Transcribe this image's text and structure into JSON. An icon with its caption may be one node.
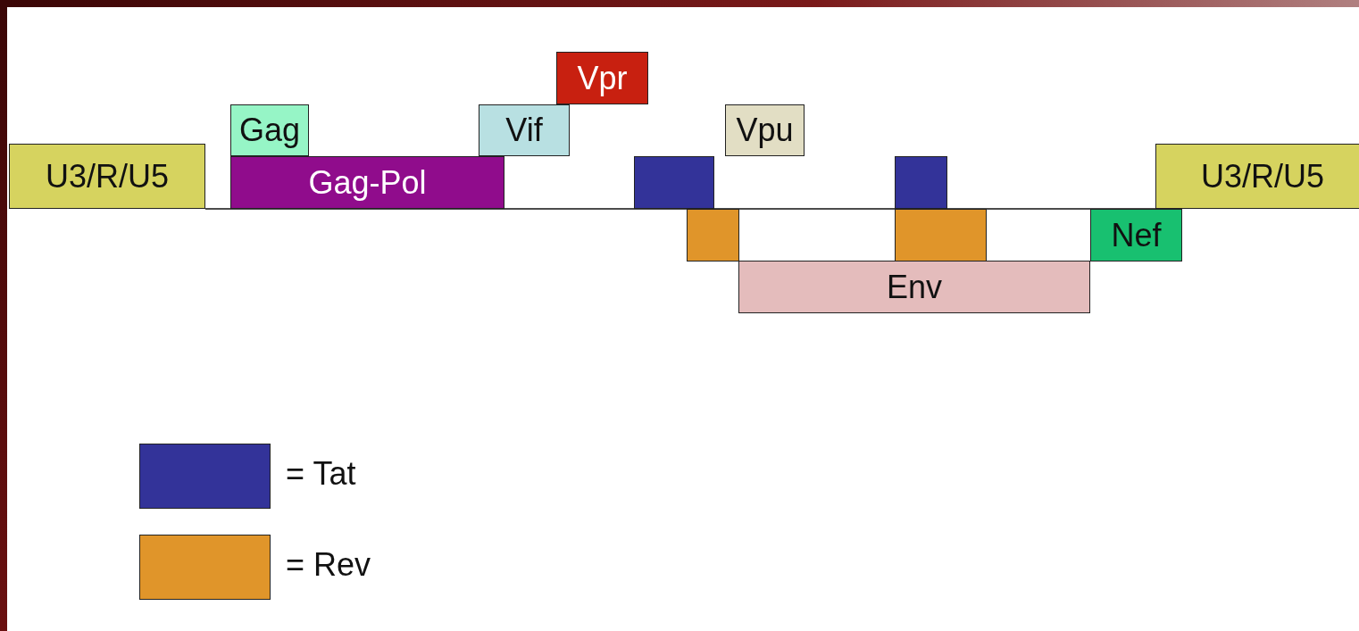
{
  "diagram": {
    "nodes": [
      {
        "text": [
          "Vpr"
        ]
      },
      {
        "text": [
          "Gag"
        ]
      },
      {
        "text": [
          "Vif"
        ]
      },
      {
        "text": [
          "Vpu"
        ]
      },
      {
        "text": [
          "U3/R/U5"
        ]
      },
      {
        "text": [
          "Gag-Pol"
        ]
      },
      {
        "text": [],
        "shape": "box"
      },
      {
        "text": [],
        "shape": "box"
      },
      {
        "text": [
          "U3/R/U5"
        ]
      },
      {
        "text": [],
        "shape": "box"
      },
      {
        "text": [],
        "shape": "box"
      },
      {
        "text": [
          "Nef"
        ]
      },
      {
        "text": [
          "Env"
        ]
      }
    ],
    "edges": [
      {
        "from": 4,
        "to": 8,
        "arrow": "none"
      }
    ],
    "legend": [
      {
        "text": "= Tat",
        "color": "#333399"
      },
      {
        "text": "= Rev",
        "color": "#e0952a"
      }
    ]
  }
}
